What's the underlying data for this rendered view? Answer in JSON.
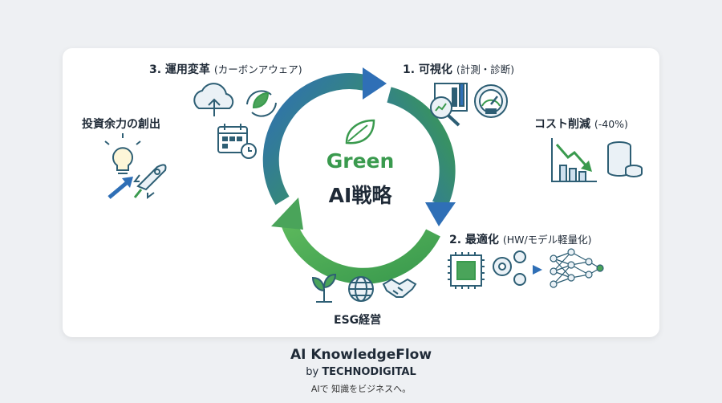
{
  "center": {
    "line1": "Green",
    "line2": "AI戦略"
  },
  "steps": {
    "step1": {
      "title": "1. 可視化",
      "sub": "(計測・診断)"
    },
    "step2": {
      "title": "2. 最適化",
      "sub": "(HW/モデル軽量化)"
    },
    "step3": {
      "title": "3. 運用変革",
      "sub": "(カーボンアウェア)"
    }
  },
  "outcomes": {
    "cost": {
      "title": "コスト削減",
      "sub": "(-40%)"
    },
    "invest": {
      "title": "投資余力の創出"
    },
    "esg": {
      "title": "ESG経営"
    }
  },
  "footer": {
    "brand": "AI KnowledgeFlow",
    "by": "by",
    "company": "TECHNODIGITAL",
    "tagline": "AIで 知識をビジネスへ。"
  },
  "colors": {
    "blue": "#2f6fb6",
    "green": "#3a9a4e",
    "icon": "#2d5e74"
  }
}
